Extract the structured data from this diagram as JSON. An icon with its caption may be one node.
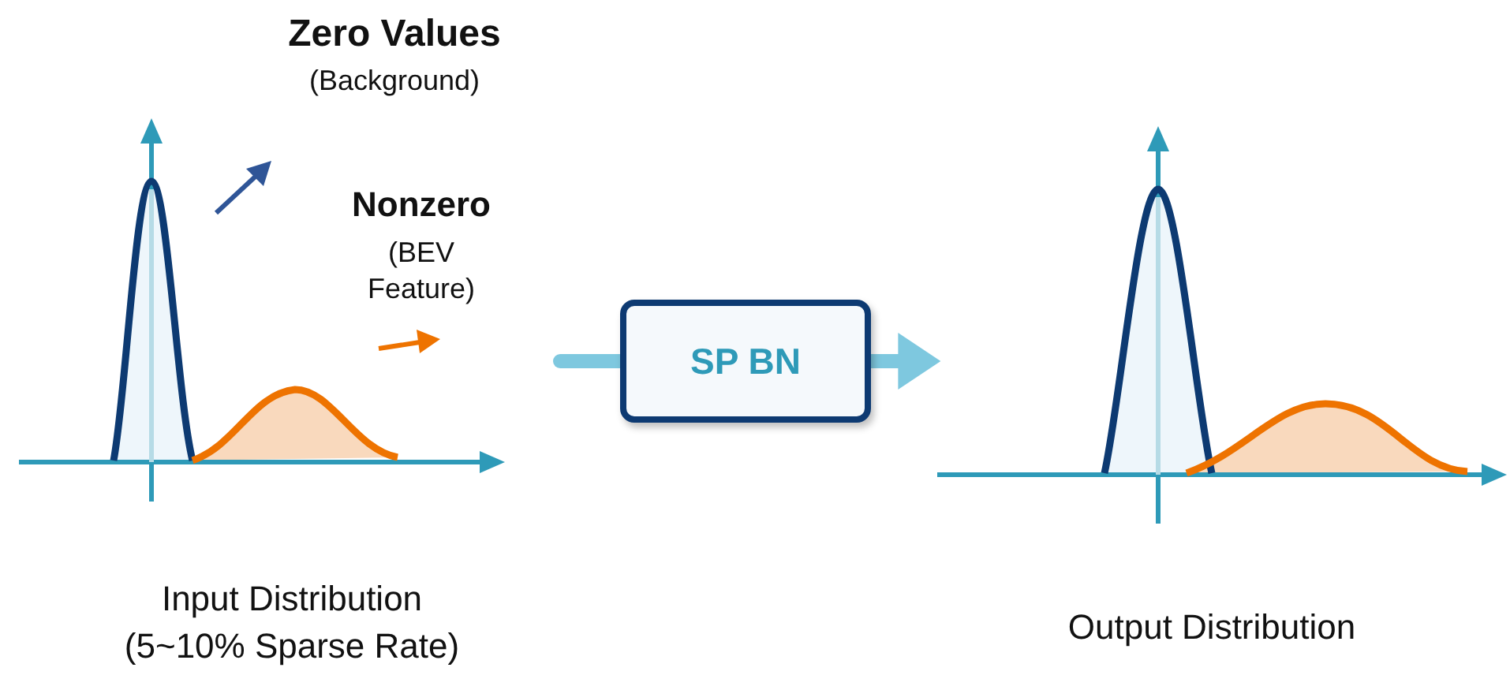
{
  "diagram": {
    "nodes": [
      {
        "text": [],
        "shape": "picture",
        "beside": [
          "Input Distribution",
          "(5~10% Sparse Rate)"
        ]
      },
      {
        "text": [
          "SP BN"
        ]
      },
      {
        "text": [],
        "shape": "picture",
        "beside": [
          "Output Distribution"
        ]
      }
    ],
    "edges": [
      {
        "from": 0,
        "to": 1,
        "arrow": "none"
      },
      {
        "from": 1,
        "to": 2,
        "arrow": "to"
      }
    ],
    "labels": [
      "Zero Values",
      "(Background)",
      "Nonzero",
      "(BEV Feature)"
    ]
  }
}
